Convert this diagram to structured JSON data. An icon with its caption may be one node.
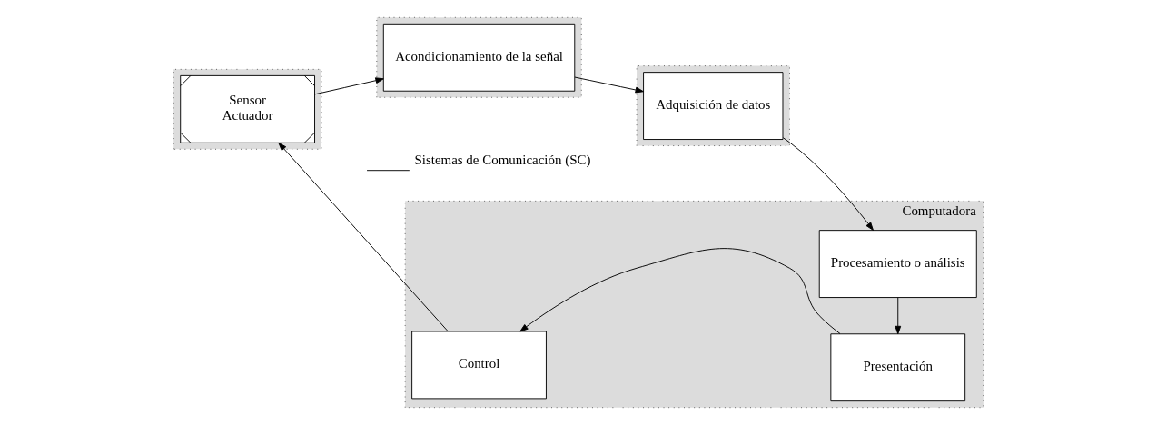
{
  "diagram": {
    "nodes": [
      {
        "text": [],
        "shape": "box"
      },
      {
        "text": [
          "Sensor",
          "Actuador"
        ],
        "in": 0
      },
      {
        "text": [],
        "shape": "box"
      },
      {
        "text": [
          "Acondicionamiento de la señal"
        ],
        "in": 2
      },
      {
        "text": [],
        "shape": "box"
      },
      {
        "text": [
          "Adquisición de datos"
        ],
        "in": 4
      },
      {
        "text": [
          "Computadora"
        ]
      },
      {
        "text": [
          "Procesamiento o análisis"
        ],
        "in": 6
      },
      {
        "text": [
          "Presentación"
        ],
        "in": 6
      },
      {
        "text": [
          "Control"
        ],
        "in": 6
      }
    ],
    "edges": [
      {
        "from": 1,
        "to": 3,
        "arrow": "to"
      },
      {
        "from": 3,
        "to": 5,
        "arrow": "to"
      },
      {
        "from": 5,
        "to": 7,
        "arrow": "to"
      },
      {
        "from": 7,
        "to": 8,
        "arrow": "to"
      },
      {
        "from": 8,
        "to": 9,
        "arrow": "to"
      },
      {
        "from": 9,
        "to": 1,
        "arrow": "to"
      }
    ],
    "legend": [
      {
        "text": "Sistemas de Comunicación (SC)"
      }
    ]
  }
}
